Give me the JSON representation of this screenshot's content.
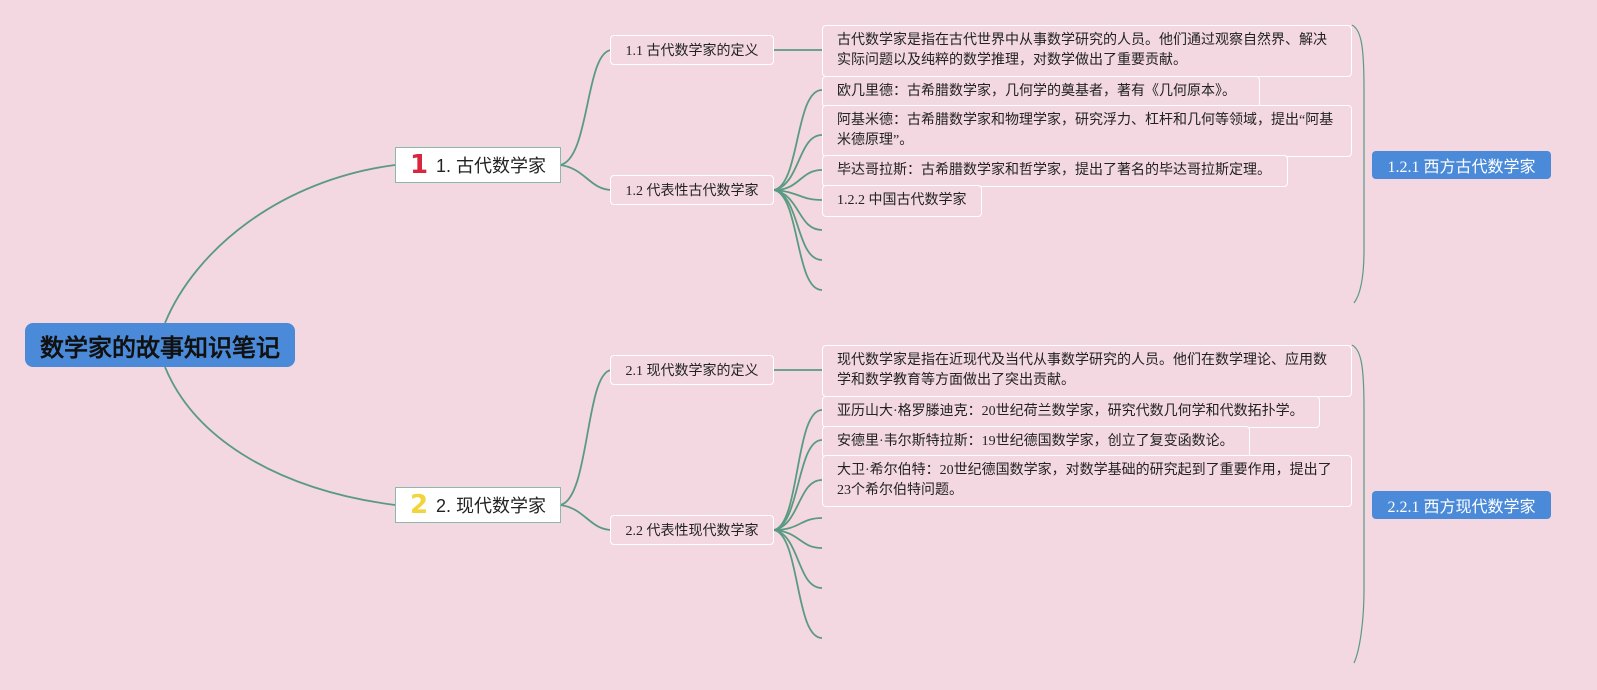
{
  "root": {
    "title": "数学家的故事知识笔记"
  },
  "branches": [
    {
      "badge": "1",
      "badge_color": "#d7263d",
      "title": "1. 古代数学家",
      "definition": {
        "title": "1.1 古代数学家的定义",
        "text": "古代数学家是指在古代世界中从事数学研究的人员。他们通过观察自然界、解决实际问题以及纯粹的数学推理，对数学做出了重要贡献。"
      },
      "representatives": {
        "title": "1.2 代表性古代数学家",
        "items": [
          "欧几里德：古希腊数学家，几何学的奠基者，著有《几何原本》。",
          "阿基米德：古希腊数学家和物理学家，研究浮力、杠杆和几何等领域，提出“阿基米德原理”。",
          "毕达哥拉斯：古希腊数学家和哲学家，提出了著名的毕达哥拉斯定理。",
          "1.2.2 中国古代数学家"
        ]
      },
      "group_tag": "1.2.1 西方古代数学家"
    },
    {
      "badge": "2",
      "badge_color": "#f2d43d",
      "title": "2. 现代数学家",
      "definition": {
        "title": "2.1 现代数学家的定义",
        "text": "现代数学家是指在近现代及当代从事数学研究的人员。他们在数学理论、应用数学和数学教育等方面做出了突出贡献。"
      },
      "representatives": {
        "title": "2.2 代表性现代数学家",
        "items": [
          "亚历山大·格罗滕迪克：20世纪荷兰数学家，研究代数几何学和代数拓扑学。",
          "安德里·韦尔斯特拉斯：19世纪德国数学家，创立了复变函数论。",
          "大卫·希尔伯特：20世纪德国数学家，对数学基础的研究起到了重要作用，提出了23个希尔伯特问题。"
        ]
      },
      "group_tag": "2.2.1 西方现代数学家"
    }
  ],
  "colors": {
    "background": "#f3d8e1",
    "link": "#5a9a82",
    "root_fill": "#4a8ad8",
    "tag_fill": "#4a8ad8"
  }
}
